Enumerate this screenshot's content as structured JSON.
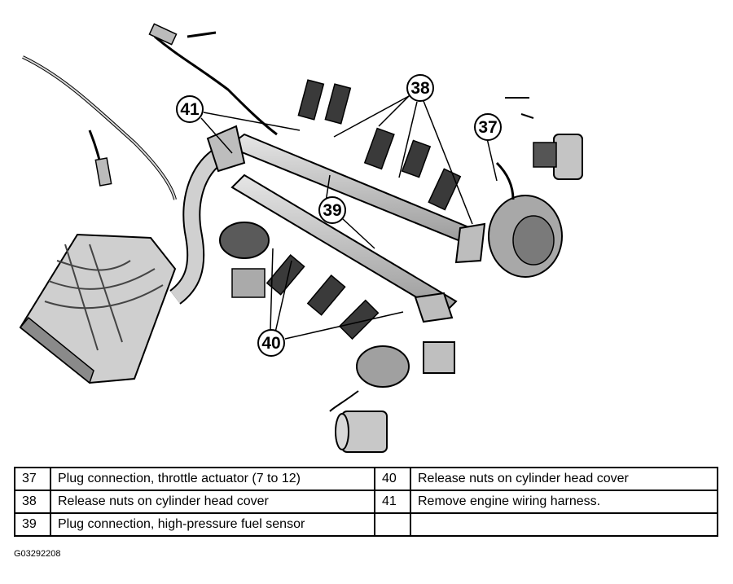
{
  "callouts": {
    "c37": "37",
    "c38": "38",
    "c39": "39",
    "c40": "40",
    "c41": "41"
  },
  "legend": {
    "rows": [
      {
        "left_num": "37",
        "left_text": "Plug connection, throttle actuator (7 to 12)",
        "right_num": "40",
        "right_text": "Release nuts on cylinder head cover"
      },
      {
        "left_num": "38",
        "left_text": "Release nuts on cylinder head cover",
        "right_num": "41",
        "right_text": "Remove engine wiring harness."
      },
      {
        "left_num": "39",
        "left_text": "Plug connection, high-pressure fuel sensor",
        "right_num": "",
        "right_text": ""
      }
    ]
  },
  "figure_id": "G03292208",
  "colors": {
    "line": "#000000",
    "part_fill": "#c8c8c8",
    "part_dark": "#3a3a3a",
    "bg": "#ffffff"
  }
}
